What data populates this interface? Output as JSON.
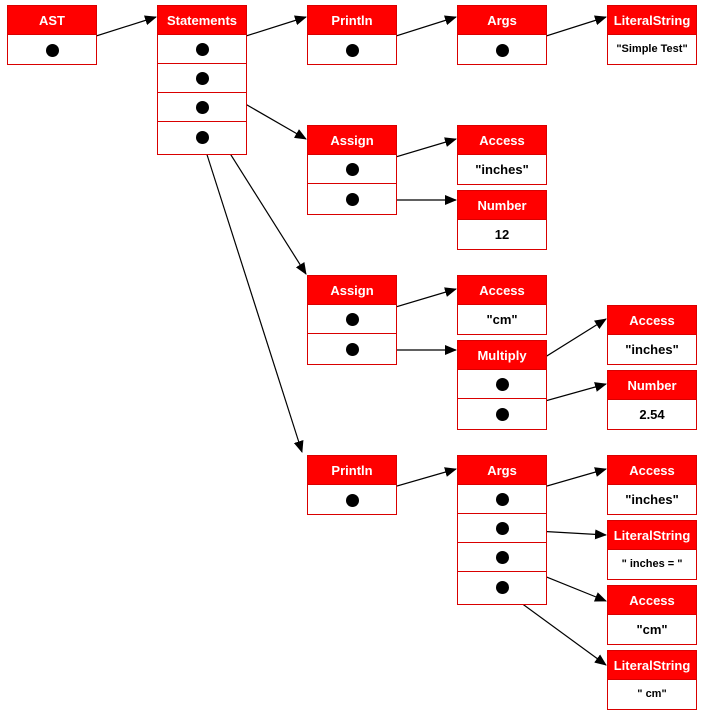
{
  "nodes": {
    "ast": {
      "title": "AST"
    },
    "statements": {
      "title": "Statements"
    },
    "println1": {
      "title": "Println"
    },
    "args1": {
      "title": "Args"
    },
    "litstr1": {
      "title": "LiteralString",
      "value": "\"Simple Test\""
    },
    "assign1": {
      "title": "Assign"
    },
    "access1": {
      "title": "Access",
      "value": "\"inches\""
    },
    "number1": {
      "title": "Number",
      "value": "12"
    },
    "assign2": {
      "title": "Assign"
    },
    "access2": {
      "title": "Access",
      "value": "\"cm\""
    },
    "multiply": {
      "title": "Multiply"
    },
    "access3": {
      "title": "Access",
      "value": "\"inches\""
    },
    "number2": {
      "title": "Number",
      "value": "2.54"
    },
    "println2": {
      "title": "Println"
    },
    "args2": {
      "title": "Args"
    },
    "access4": {
      "title": "Access",
      "value": "\"inches\""
    },
    "litstr2": {
      "title": "LiteralString",
      "value": "\" inches = \""
    },
    "access5": {
      "title": "Access",
      "value": "\"cm\""
    },
    "litstr3": {
      "title": "LiteralString",
      "value": "\" cm\""
    }
  },
  "colors": {
    "header": "#ff0000",
    "border": "#d90000",
    "pointer": "#000000"
  }
}
